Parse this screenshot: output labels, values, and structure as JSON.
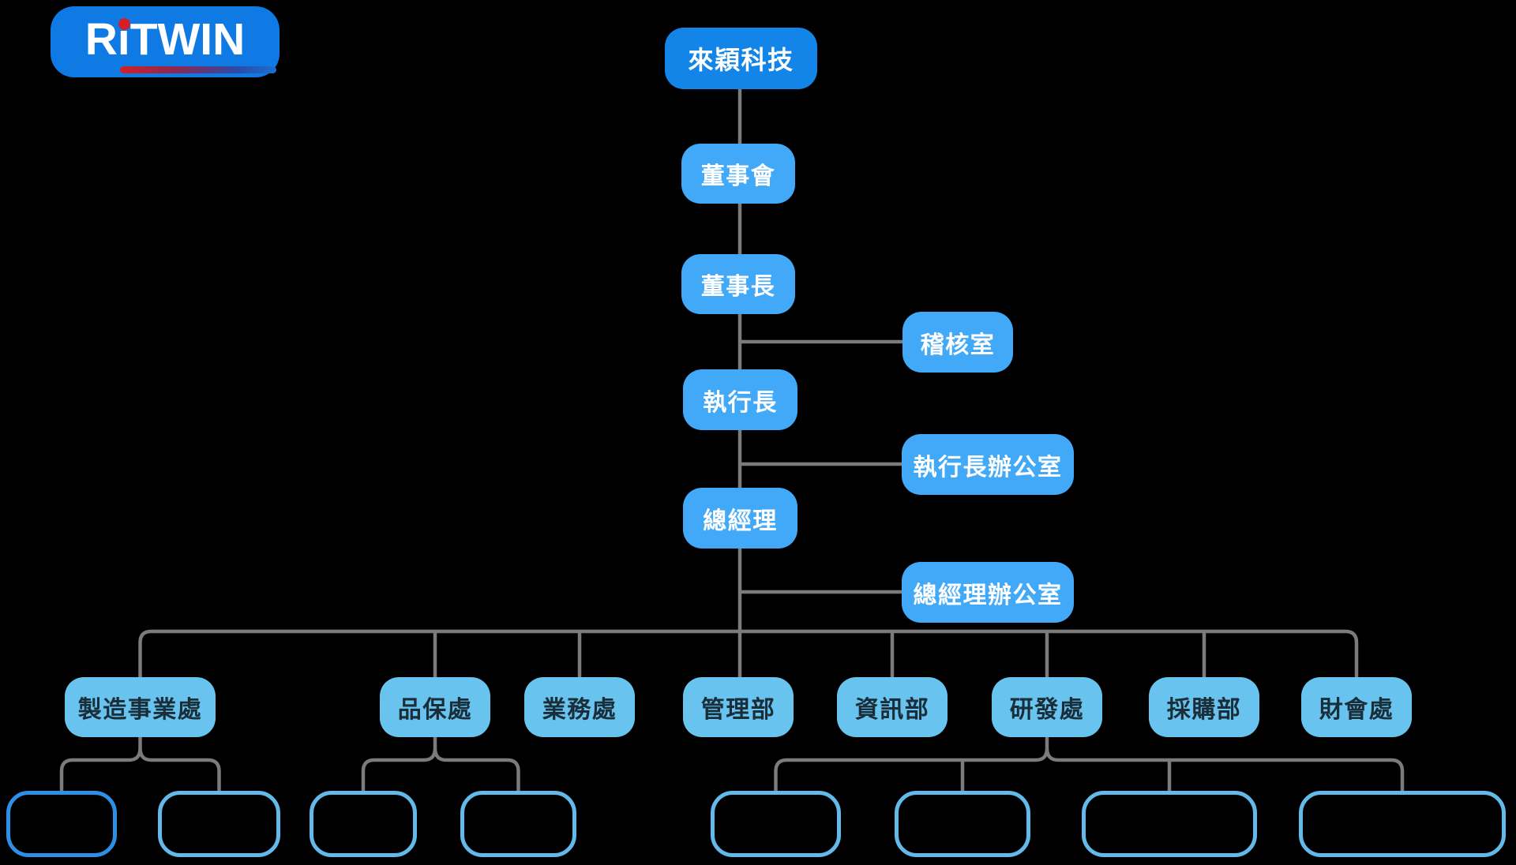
{
  "logo": {
    "text": "RiTWIN"
  },
  "org": {
    "company": "來穎科技",
    "chain": [
      "董事會",
      "董事長",
      "執行長",
      "總經理"
    ],
    "offices": [
      {
        "label": "稽核室",
        "attached_to": "董事長"
      },
      {
        "label": "執行長辦公室",
        "attached_to": "執行長"
      },
      {
        "label": "總經理辦公室",
        "attached_to": "總經理"
      }
    ],
    "departments": [
      {
        "label": "製造事業處",
        "unlabeled_children": 2
      },
      {
        "label": "品保處",
        "unlabeled_children": 2
      },
      {
        "label": "業務處",
        "unlabeled_children": 0
      },
      {
        "label": "管理部",
        "unlabeled_children": 0
      },
      {
        "label": "資訊部",
        "unlabeled_children": 0
      },
      {
        "label": "研發處",
        "unlabeled_children": 4
      },
      {
        "label": "採購部",
        "unlabeled_children": 0
      },
      {
        "label": "財會處",
        "unlabeled_children": 0
      }
    ],
    "unlabeled_box_count": 8
  },
  "colors": {
    "background": "#000000",
    "logo_bg": "#0f7ae4",
    "logo_dot": "#d51f26",
    "root_box": "#1385e8",
    "mid_box": "#41a9f8",
    "dept_box": "#68c3ee",
    "dept_text": "#1a2e3a",
    "placeholder_border": "#62b9ea",
    "placeholder_border_first": "#2d8fe5",
    "connector": "#7b7b7b"
  }
}
